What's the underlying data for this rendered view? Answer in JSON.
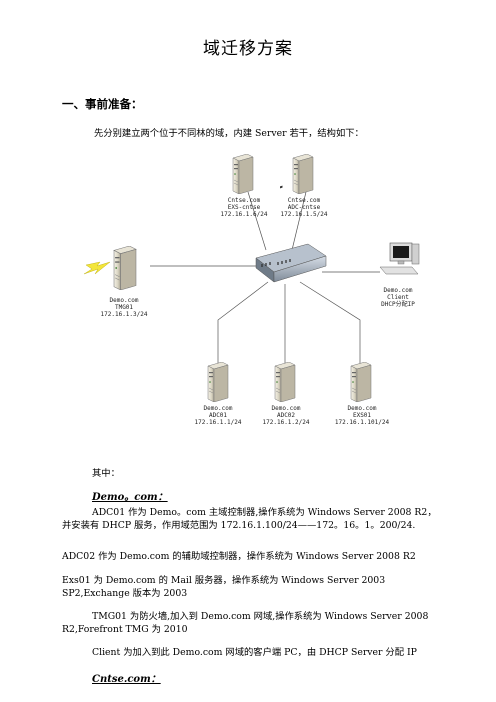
{
  "doc": {
    "title": "域迁移方案",
    "section1": "一、事前准备：",
    "intro": "先分别建立两个位于不同林的域，内建 Server 若干，结构如下：",
    "among": "其中：",
    "demo_heading": "Demo。com：",
    "paras": [
      {
        "lines": [
          "ADC01 作为 Demo。com 主域控制器,操作系统为 Windows Server 2008 R2，",
          "并安装有 DHCP 服务，作用域范围为 172.16.1.100/24——172。16。1。200/24."
        ],
        "indent_first": true
      },
      {
        "lines": [
          "ADC02 作为 Demo.com 的辅助域控制器，操作系统为 Windows Server 2008 R2"
        ],
        "indent_first": false
      },
      {
        "lines": [
          "Exs01 为 Demo.com 的 Mail 服务器，操作系统为 Windows Server 2003",
          "SP2,Exchange  版本为 2003"
        ],
        "indent_first": false
      },
      {
        "lines": [
          "TMG01 为防火墙,加入到 Demo.com 网域,操作系统为 Windows Server 2008",
          "R2,Forefront TMG 为 2010"
        ],
        "indent_first": true
      },
      {
        "lines": [
          "Client 为加入到此 Demo.com 网域的客户端 PC，由 DHCP Server 分配 IP"
        ],
        "indent_first": true
      }
    ],
    "cntse_heading": "Cntse.com："
  },
  "diagram": {
    "nodes": {
      "exs_cntse": [
        "Cntse.com",
        "EXS-cntse",
        "172.16.1.6/24"
      ],
      "adc_cntse": [
        "Cntse.com",
        "ADC-cntse",
        "172.16.1.5/24"
      ],
      "tmg01": [
        "Demo.com",
        "TMG01",
        "172.16.1.3/24"
      ],
      "client": [
        "Demo.com",
        "Client",
        "DHCP分配IP"
      ],
      "adc01": [
        "Demo.com",
        "ADC01",
        "172.16.1.1/24"
      ],
      "adc02": [
        "Demo.com",
        "ADC02",
        "172.16.1.2/24"
      ],
      "exs01": [
        "Demo.com",
        "EXS01",
        "172.16.1.101/24"
      ]
    }
  }
}
